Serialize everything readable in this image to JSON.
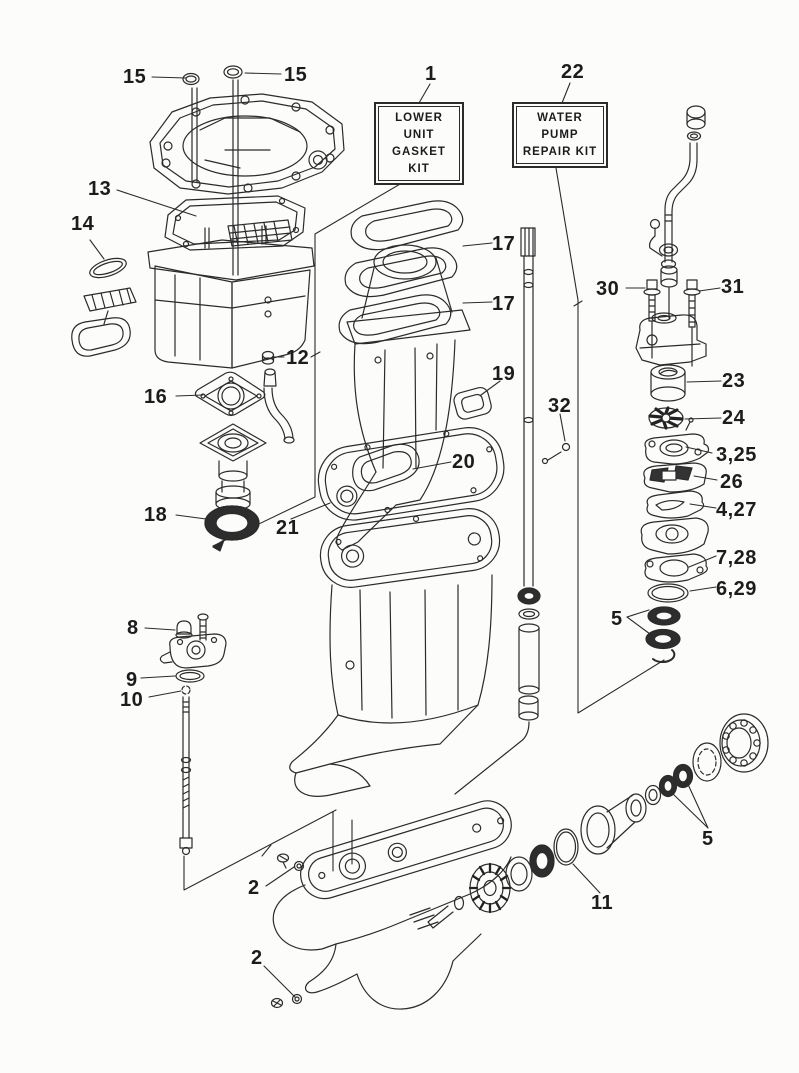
{
  "document": {
    "type": "exploded-parts-diagram",
    "subject": "outboard lower unit / water pump repair parts"
  },
  "kit_boxes": [
    {
      "callout": "1",
      "line1": "LOWER UNIT",
      "line2": "GASKET KIT"
    },
    {
      "callout": "22",
      "line1": "WATER PUMP",
      "line2": "REPAIR KIT"
    }
  ],
  "callouts": [
    {
      "label": "15"
    },
    {
      "label": "15"
    },
    {
      "label": "1"
    },
    {
      "label": "22"
    },
    {
      "label": "13"
    },
    {
      "label": "14"
    },
    {
      "label": "17"
    },
    {
      "label": "17"
    },
    {
      "label": "12"
    },
    {
      "label": "30"
    },
    {
      "label": "31"
    },
    {
      "label": "16"
    },
    {
      "label": "19"
    },
    {
      "label": "23"
    },
    {
      "label": "32"
    },
    {
      "label": "24"
    },
    {
      "label": "3,25"
    },
    {
      "label": "20"
    },
    {
      "label": "26"
    },
    {
      "label": "4,27"
    },
    {
      "label": "21"
    },
    {
      "label": "18"
    },
    {
      "label": "7,28"
    },
    {
      "label": "6,29"
    },
    {
      "label": "5"
    },
    {
      "label": "8"
    },
    {
      "label": "9"
    },
    {
      "label": "10"
    },
    {
      "label": "2"
    },
    {
      "label": "11"
    },
    {
      "label": "5"
    },
    {
      "label": "2"
    }
  ],
  "colors": {
    "line": "#2b2b2b",
    "background": "#fcfcfb",
    "seal_fill": "#2d2d2d"
  }
}
